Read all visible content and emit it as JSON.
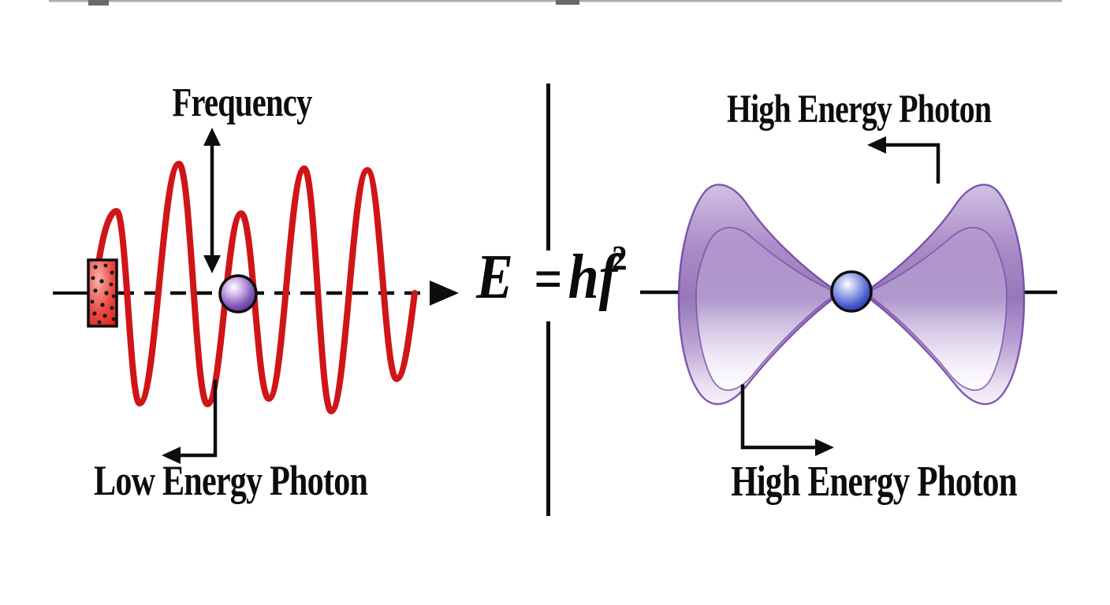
{
  "labels": {
    "frequency": "Frequency",
    "low_energy_photon": "Low Energy Photon",
    "high_energy_photon_top": "High Energy Photon",
    "high_energy_photon_bottom": "High Energy Photon"
  },
  "equation": {
    "lhs": "E",
    "equals": "=",
    "rhs": "hf",
    "exponent": "2"
  },
  "colors": {
    "wave_red": "#cf1518",
    "ink_black": "#0d0d0d",
    "envelope_purple_mid": "#9c7cbd",
    "envelope_purple_edge": "#6b3fa1",
    "left_sphere_purple": "#6a3fb0",
    "right_sphere_blue": "#2e3fb8"
  }
}
